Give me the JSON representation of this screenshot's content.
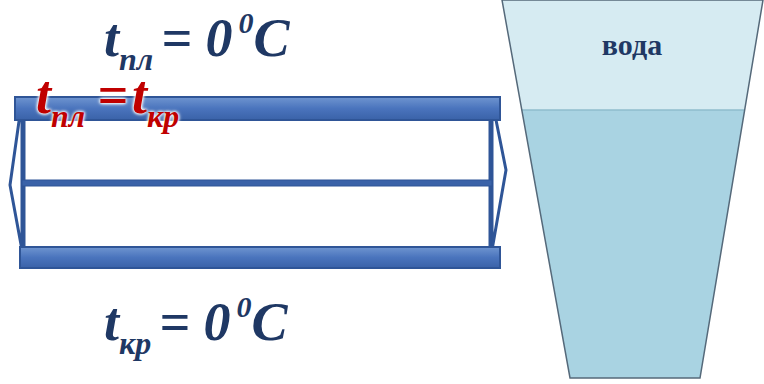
{
  "diagram": {
    "nodes": [
      {
        "text": [
          "вода"
        ]
      }
    ],
    "labels": [
      "t",
      "пл",
      "= 0",
      "0",
      "C",
      "t",
      "пл",
      "=",
      "t",
      "кр",
      "t",
      "кр",
      "= 0",
      "0",
      "C"
    ]
  }
}
